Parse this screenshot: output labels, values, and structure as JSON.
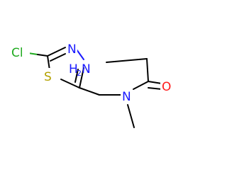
{
  "molecule": {
    "atoms": {
      "cl": "Cl",
      "n_ring": "N",
      "s": "S",
      "n_amine": "N",
      "h2": "H",
      "h2_sub": "2",
      "n_amide": "N",
      "o": "O"
    }
  },
  "colors": {
    "cl": "#1faa1f",
    "n": "#1a1aff",
    "s": "#b3a100",
    "o": "#ff1a1a",
    "bond": "#000000"
  }
}
